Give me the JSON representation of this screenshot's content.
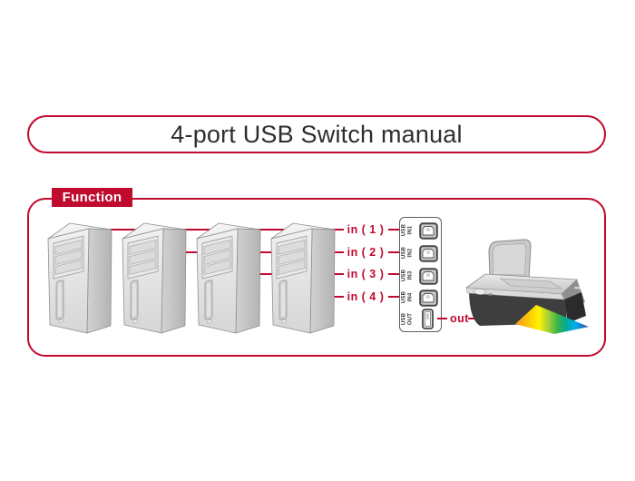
{
  "title": "4-port USB Switch manual",
  "function_label": "Function",
  "colors": {
    "accent": "#C00A2E"
  },
  "switch": {
    "inputs": [
      {
        "label": "in ( 1 )",
        "port_line1": "USB",
        "port_line2": "IN1"
      },
      {
        "label": "in ( 2 )",
        "port_line1": "USB",
        "port_line2": "IN2"
      },
      {
        "label": "in ( 3 )",
        "port_line1": "USB",
        "port_line2": "IN3"
      },
      {
        "label": "in ( 4 )",
        "port_line1": "USB",
        "port_line2": "IN4"
      }
    ],
    "output": {
      "label": "out",
      "port_line1": "USB",
      "port_line2": "OUT"
    }
  }
}
